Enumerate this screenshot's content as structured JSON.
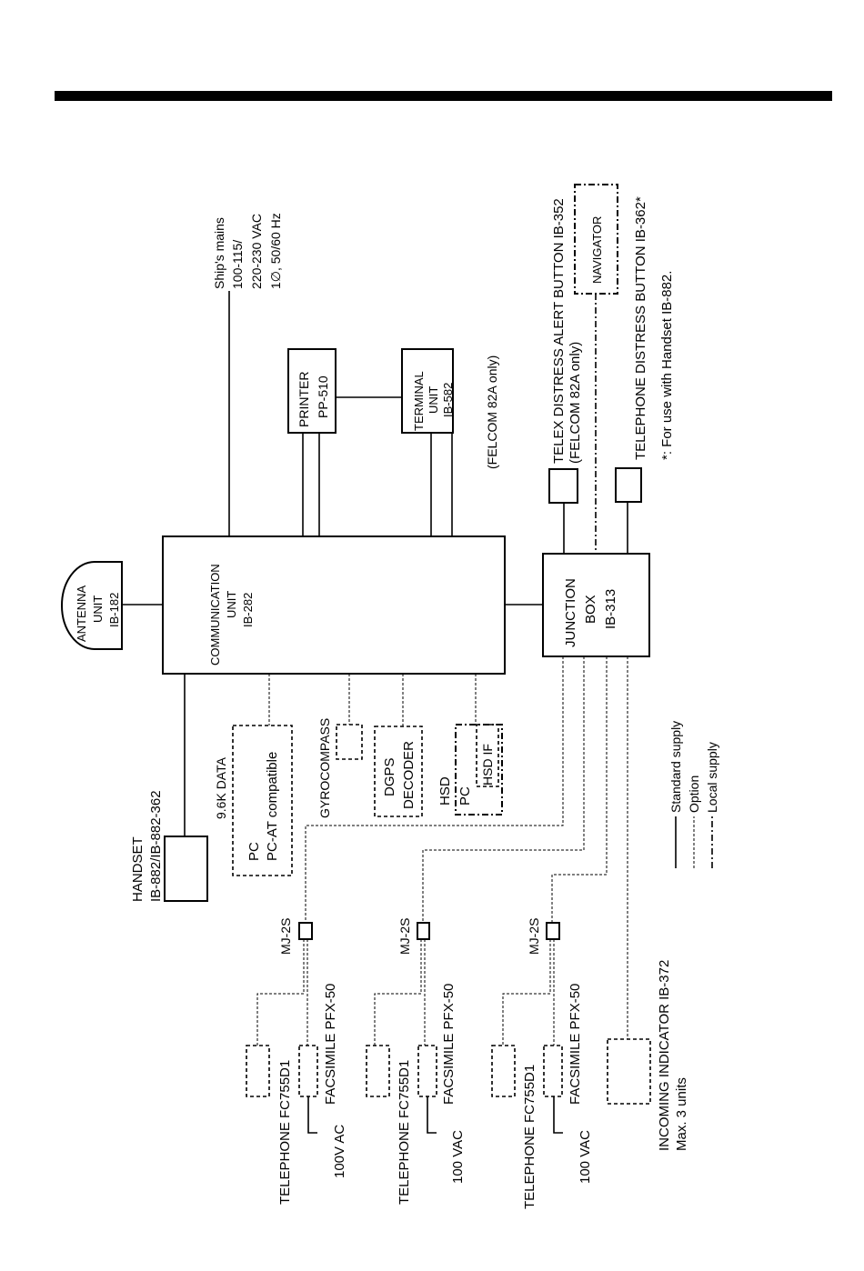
{
  "units": {
    "antenna": [
      "ANTENNA",
      "UNIT",
      "IB-182"
    ],
    "communication": [
      "COMMUNICATION",
      "UNIT",
      "IB-282"
    ],
    "printer": [
      "PRINTER",
      "PP-510"
    ],
    "terminal": [
      "TERMINAL",
      "UNIT",
      "IB-582"
    ],
    "terminal_note": "(FELCOM 82A only)",
    "junction": [
      "JUNCTION",
      "BOX",
      "IB-313"
    ],
    "navigator": "NAVIGATOR",
    "mains": [
      "Ship's mains",
      "100-115/",
      "220-230 VAC",
      "1∅, 50/60 Hz"
    ],
    "telex_alert": [
      "TELEX DISTRESS ALERT BUTTON IB-352",
      "(FELCOM 82A only)"
    ],
    "tel_distress": "TELEPHONE DISTRESS BUTTON IB-362*",
    "footnote": "*: For use with Handset IB-882.",
    "handset": [
      "HANDSET",
      "IB-882/IB-882-362"
    ],
    "pc_data": "9.6K DATA",
    "pc": [
      "PC",
      "PC-AT compatible"
    ],
    "gyrocompass": "GYROCOMPASS",
    "dgps": [
      "DGPS",
      "DECODER"
    ],
    "hsd": [
      "HSD",
      "PC"
    ],
    "hsd_if": "HSD IF",
    "incoming": [
      "INCOMING INDICATOR  IB-372",
      "Max. 3 units"
    ]
  },
  "sets": [
    {
      "mj": "MJ-2S",
      "tel": "TELEPHONE  FC755D1",
      "fax": "FACSIMILE  PFX-50",
      "power": "100V AC"
    },
    {
      "mj": "MJ-2S",
      "tel": "TELEPHONE  FC755D1",
      "fax": "FACSIMILE  PFX-50",
      "power": "100 VAC"
    },
    {
      "mj": "MJ-2S",
      "tel": "TELEPHONE  FC755D1",
      "fax": "FACSIMILE  PFX-50",
      "power": "100 VAC"
    }
  ],
  "legend": {
    "standard": "Standard supply",
    "option": "Option",
    "local": "Local supply"
  }
}
